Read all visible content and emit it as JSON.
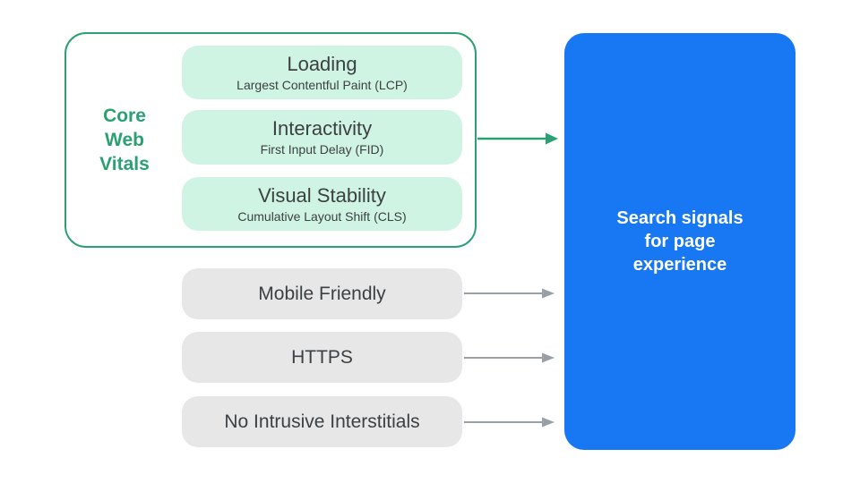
{
  "colors": {
    "green_accent": "#2BA073",
    "green_fill": "#D0F4E3",
    "gray_fill": "#E7E7E8",
    "dark_text": "#3C4043",
    "blue_fill": "#1877F2",
    "arrow_gray": "#9AA0A6",
    "white_text": "#FFFFFF"
  },
  "core_web_vitals": {
    "label": "Core Web Vitals",
    "label_lines": [
      "Core",
      "Web",
      "Vitals"
    ],
    "items": [
      {
        "title": "Loading",
        "subtitle": "Largest Contentful Paint (LCP)"
      },
      {
        "title": "Interactivity",
        "subtitle": "First Input Delay (FID)"
      },
      {
        "title": "Visual Stability",
        "subtitle": "Cumulative Layout Shift (CLS)"
      }
    ]
  },
  "other_signals": [
    {
      "label": "Mobile Friendly"
    },
    {
      "label": "HTTPS"
    },
    {
      "label": "No Intrusive Interstitials"
    }
  ],
  "result_panel": {
    "text": "Search signals for page experience",
    "lines": [
      "Search signals",
      "for page",
      "experience"
    ]
  }
}
